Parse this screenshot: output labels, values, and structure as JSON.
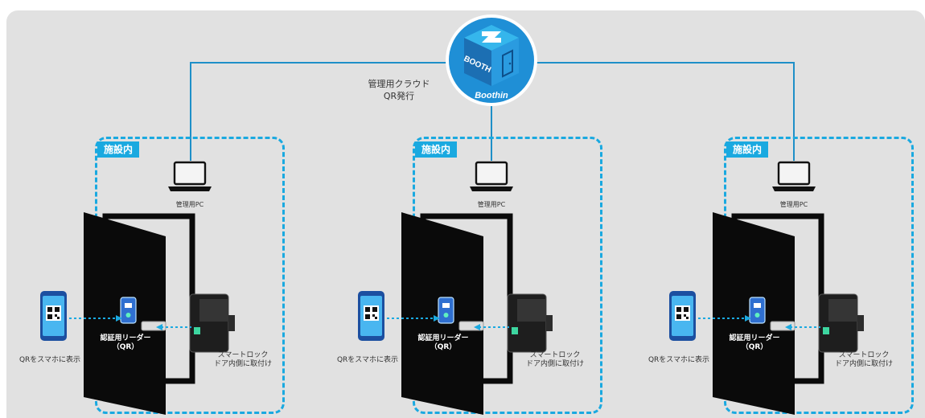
{
  "cloud": {
    "label_line1": "管理用クラウド",
    "label_line2": "QR発行",
    "logo_text": "BOOTH",
    "brand_text": "Boothin"
  },
  "facilities": [
    {
      "tag": "施設内",
      "pc_label": "管理用PC",
      "reader_line1": "認証用リーダー",
      "reader_line2": "（QR）",
      "phone_label": "QRをスマホに表示",
      "lock_line1": "スマートロック",
      "lock_line2": "ドア内側に取付け"
    },
    {
      "tag": "施設内",
      "pc_label": "管理用PC",
      "reader_line1": "認証用リーダー",
      "reader_line2": "（QR）",
      "phone_label": "QRをスマホに表示",
      "lock_line1": "スマートロック",
      "lock_line2": "ドア内側に取付け"
    },
    {
      "tag": "施設内",
      "pc_label": "管理用PC",
      "reader_line1": "認証用リーダー",
      "reader_line2": "（QR）",
      "phone_label": "QRをスマホに表示",
      "lock_line1": "スマートロック",
      "lock_line2": "ドア内側に取付け"
    }
  ],
  "colors": {
    "accent": "#1aa9e0",
    "cloud_blue": "#1f8fd6",
    "door": "#0a0a0a",
    "line": "#1e8fc8",
    "background": "#e1e1e1"
  }
}
